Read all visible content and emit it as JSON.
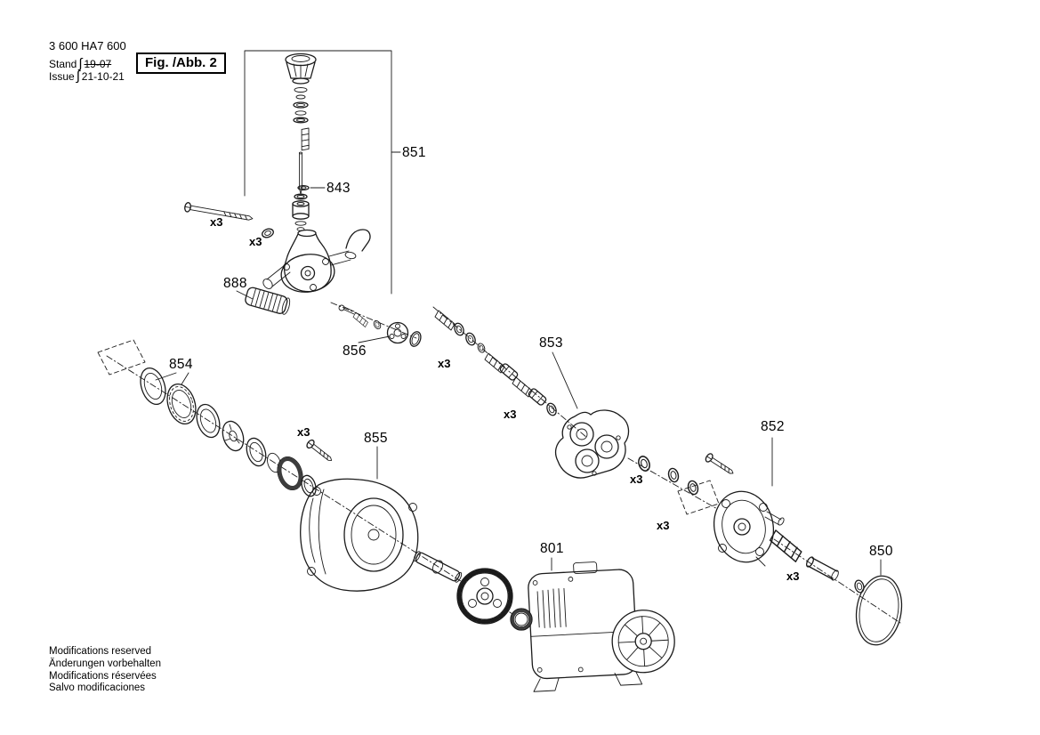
{
  "header": {
    "code": "3 600 HA7 600",
    "stand_label": "Stand",
    "stand_value": "19-07",
    "issue_label": "Issue",
    "issue_value": "21-10-21",
    "brace_glyph": "∫",
    "figure_label": "Fig. /Abb. 2"
  },
  "part_labels": [
    {
      "id": "851"
    },
    {
      "id": "843"
    },
    {
      "id": "888"
    },
    {
      "id": "856"
    },
    {
      "id": "853"
    },
    {
      "id": "854"
    },
    {
      "id": "855"
    },
    {
      "id": "852"
    },
    {
      "id": "801"
    },
    {
      "id": "850"
    }
  ],
  "quantity_labels": [
    {
      "text": "x3"
    },
    {
      "text": "x3"
    },
    {
      "text": "x3"
    },
    {
      "text": "x3"
    },
    {
      "text": "x3"
    },
    {
      "text": "x3"
    },
    {
      "text": "x3"
    },
    {
      "text": "x3"
    }
  ],
  "footer": {
    "lines": [
      "Modifications reserved",
      "Änderungen vorbehalten",
      "Modifications réservées",
      "Salvo modificaciones"
    ]
  }
}
